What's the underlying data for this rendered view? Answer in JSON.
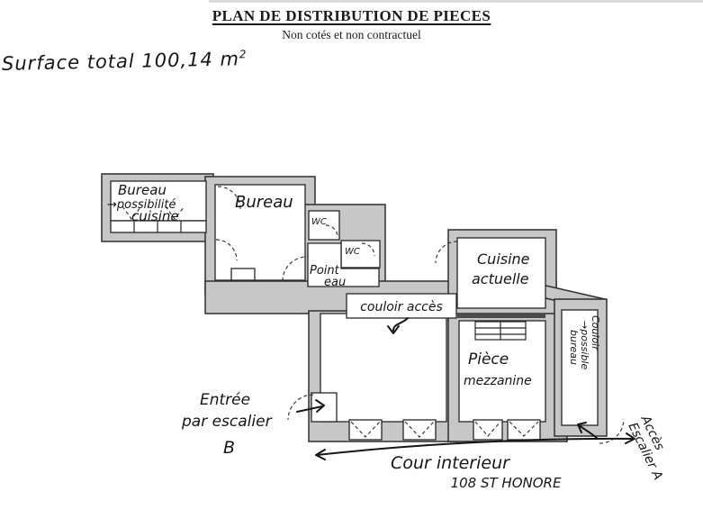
{
  "colors": {
    "paper": "#ffffff",
    "ink": "#1b1b1b",
    "wall_fill": "#c7c7c7",
    "divider": "#4a4a4a",
    "hand_ink": "#161616"
  },
  "header": {
    "title": "PLAN DE DISTRIBUTION DE PIECES",
    "subtitle": "Non cotés et non contractuel"
  },
  "surface_note": {
    "text": "Surface total  100,14 m",
    "exponent": "2"
  },
  "plan": {
    "rooms": {
      "bureau_possibilite_cuisine": {
        "line1": "Bureau",
        "line2": "→possibilité",
        "line3": "cuisine"
      },
      "bureau": {
        "label": "Bureau"
      },
      "wc_top": {
        "label": "WC"
      },
      "wc_mid": {
        "label": "WC"
      },
      "point_eau": {
        "line1": "Point",
        "line2": "eau"
      },
      "couloir_acces": {
        "label": "couloir accès"
      },
      "cuisine_actuelle": {
        "line1": "Cuisine",
        "line2": "actuelle"
      },
      "piece_mezzanine": {
        "line1": "Pièce",
        "line2": "mezzanine"
      },
      "couloir_possible_bureau": {
        "line1": "Couloir",
        "line2": "→possible",
        "line3": "bureau"
      }
    },
    "annotations": {
      "entree": {
        "line1": "Entrée",
        "line2": "par escalier",
        "line3": "B"
      },
      "cour": {
        "line1": "Cour interieur",
        "line2": "108 ST HONORE"
      },
      "acces_escalier": {
        "line1": "Accès",
        "line2": "Escalier A"
      }
    }
  }
}
